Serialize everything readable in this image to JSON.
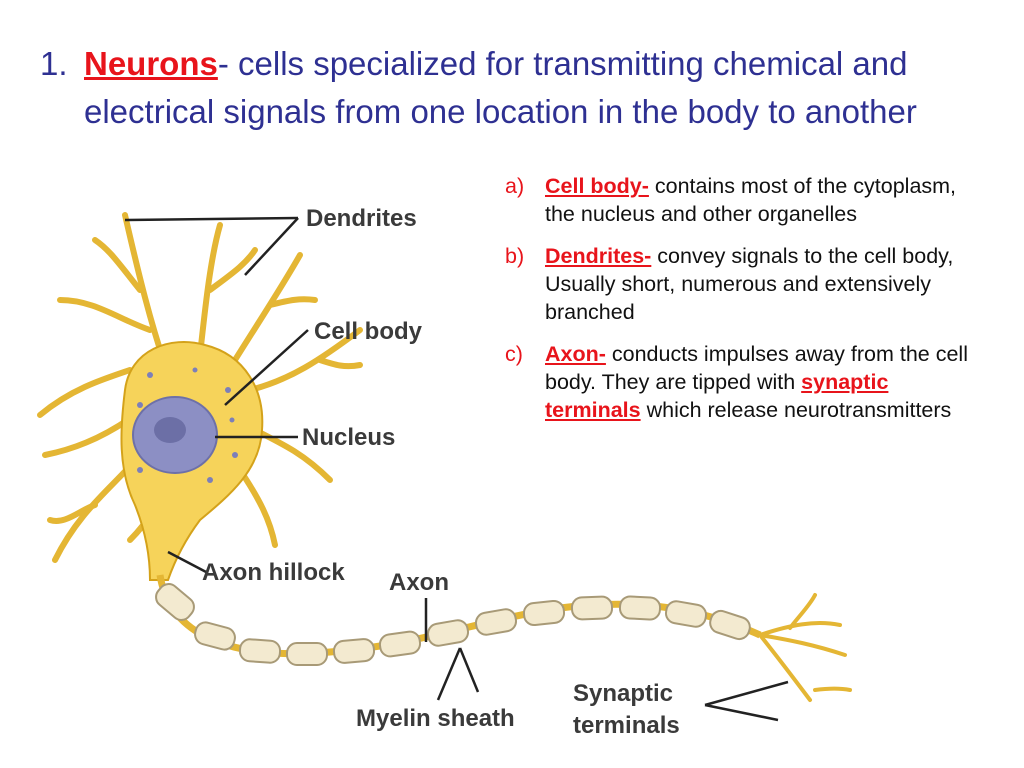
{
  "heading": {
    "number": "1.",
    "term": "Neurons",
    "text": "- cells specialized for transmitting chemical and electrical signals from one location in the body to another"
  },
  "list": [
    {
      "marker": "a)",
      "keyword": "Cell body-",
      "text": " contains most of the cytoplasm, the nucleus and other organelles"
    },
    {
      "marker": "b)",
      "keyword": "Dendrites-",
      "text": "  convey signals to the cell body,  Usually short, numerous and extensively branched"
    },
    {
      "marker": "c)",
      "keyword": "Axon-",
      "text": " conducts impulses away from the cell body.  They are tipped with ",
      "highlight": "synaptic terminals",
      "text2": " which release neurotransmitters"
    }
  ],
  "diagram": {
    "labels": {
      "dendrites": "Dendrites",
      "cell_body": "Cell body",
      "nucleus": "Nucleus",
      "axon_hillock": "Axon hillock",
      "axon": "Axon",
      "myelin_sheath": "Myelin sheath",
      "synaptic_line1": "Synaptic",
      "synaptic_line2": "terminals"
    },
    "colors": {
      "neuron_fill": "#f6d35a",
      "neuron_outline": "#d4a21a",
      "nucleus_fill": "#8c8fc4",
      "myelin_fill": "#f3ead0",
      "myelin_outline": "#a89a77",
      "leader_line": "#222222"
    }
  }
}
